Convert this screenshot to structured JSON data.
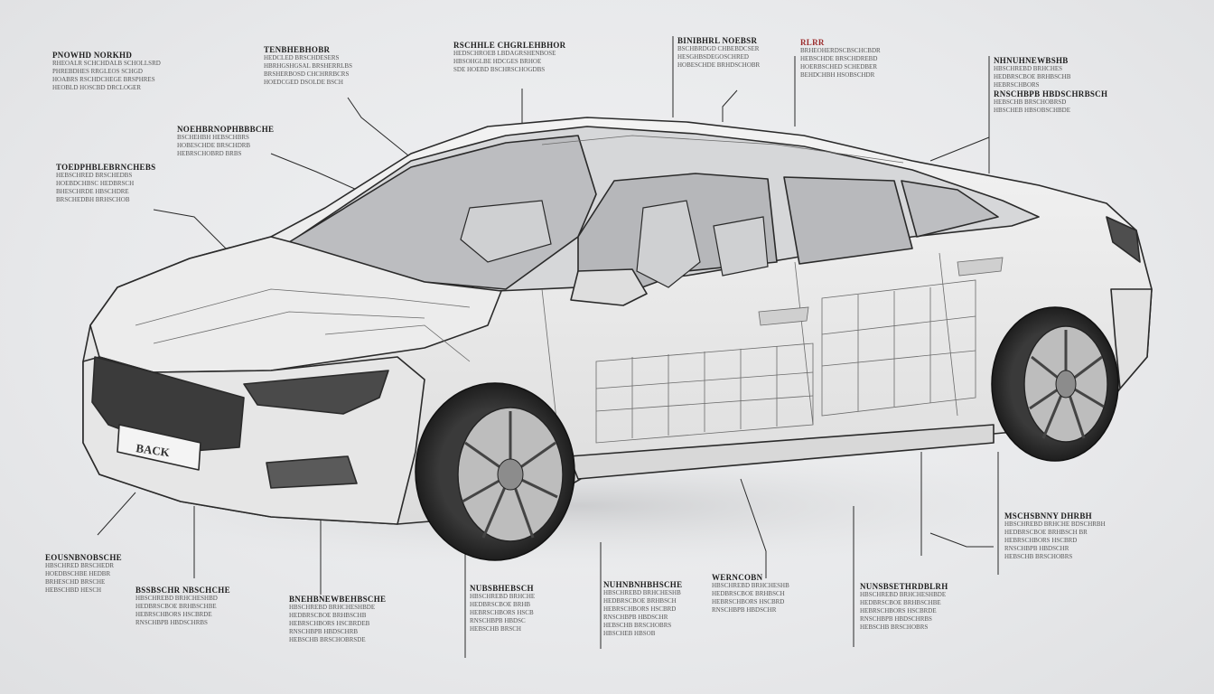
{
  "theme": {
    "background": "#e9eaec",
    "line": "#2a2a2a",
    "accent": "#9b2b2b"
  },
  "diagram": {
    "plate_text": "BACK",
    "callouts": [
      {
        "id": "c1",
        "head": "PNOWHD NORKHD",
        "lines": [
          "RHEOALR SCHCHDALB SCHOLLSRD",
          "PHREBDHES RRGLEOS SCHGD",
          "HOABRS RSCHDCHEGE BRSPHRES",
          "HEOBLD HOSCBD DRCLOGER"
        ]
      },
      {
        "id": "c2",
        "head": "TENBHEBHOBR",
        "lines": [
          "HEDCLED BRSCHDESERS",
          "HBRHGSHGSAL BRSHERRLBS",
          "BRSHERBOSD CHCHRRBCRS",
          "HOEDCGED DSOLDE BSCH"
        ]
      },
      {
        "id": "c3",
        "head": "RSCHHLE CHGRLEHBHOR",
        "lines": [
          "HEDSCHROEB LBDAGRSHENBOSE",
          "HBSOHGLBE HDCGES BRHOE",
          "SDE HOEBD BSCHRSCHOGDBS"
        ]
      },
      {
        "id": "c4",
        "head": "BINIBHRL NOEBSR",
        "lines": [
          "BSCHBRDGD CHBEBDCSER",
          "HESGHBSDEGOSCHRED",
          "HOBESCHDE BRHDSCHOBR"
        ]
      },
      {
        "id": "c5",
        "head": "RLRR",
        "lines": [
          "BRHEOHERDSCBSCHCBDR",
          "HEBSCHDE BRSCHDREBD",
          "HOERBSCHED SCHEDBER",
          "BEHDCHBH HSOBSCHDR"
        ]
      },
      {
        "id": "c6",
        "head": "NHNUHNEWBSHB",
        "lines": [
          "HBSCHREBD BRHCHES",
          "HEDBRSCBOE BRHBSCHB",
          "HEBRSCHBORS",
          "RNSCHBPB HBDSCHRBSCH",
          "HEBSCHB BRSCHOBRSD",
          "HBSCHEB HBSOBSCHBDE"
        ]
      },
      {
        "id": "c7",
        "head": "NOEHBRNOPHBBBCHE",
        "lines": [
          "BSCHEHBH HEBSCHBRS",
          "HOBESCHDE BRSCHDRB",
          "HEBRSCHOBRD BRBS"
        ]
      },
      {
        "id": "c8",
        "head": "TOEDPHBLEBRNCHEBS",
        "lines": [
          "HEBSCHRED BRSCHEDBS",
          "HOEBDCHBSC HEDBRSCH",
          "BHESCHRDE HBSCHDRE",
          "BRSCHEDBH BRHSCHOB"
        ]
      },
      {
        "id": "c9",
        "head": "EOUSNBNOBSCHE",
        "lines": [
          "HBSCHRED BRSCHEDR",
          "HOEDBSCHBE HEDBR",
          "BRHESCHD BRSCHE",
          "HEBSCHBD HESCH"
        ]
      },
      {
        "id": "c10",
        "head": "BSSBSCHR NBSCHCHE",
        "lines": [
          "HBSCHREBD BRHCHESHBD",
          "HEDBRSCBOE BRHBSCHBE",
          "HEBRSCHBORS HSCBRDE",
          "RNSCHBPB HBDSCHRBS"
        ]
      },
      {
        "id": "c11",
        "head": "BNEHBNEWBEHBSCHE",
        "lines": [
          "HBSCHREBD BRHCHESHBDE",
          "HEDBRSCBOE BRHBSCHB",
          "HEBRSCHBORS HSCBRDEB",
          "RNSCHBPB HBDSCHRB",
          "HEBSCHB BRSCHOBRSDE"
        ]
      },
      {
        "id": "c12",
        "head": "NUBSBHEBSCH",
        "lines": [
          "HBSCHREBD BRHCHE",
          "HEDBRSCBOE BRHB",
          "HEBRSCHBORS HSCB",
          "RNSCHBPB HBDSC",
          "HEBSCHB BRSCH"
        ]
      },
      {
        "id": "c13",
        "head": "NUHNBNHBHSCHE",
        "lines": [
          "HBSCHREBD BRHCHESHB",
          "HEDBRSCBOE BRHBSCH",
          "HEBRSCHBORS HSCBRD",
          "RNSCHBPB HBDSCHR",
          "HEBSCHB BRSCHOBRS",
          "HBSCHEB HBSOB"
        ]
      },
      {
        "id": "c14",
        "head": "WERNCOBN",
        "lines": [
          "HBSCHREBD BRHCHESHB",
          "HEDBRSCBOE BRHBSCH",
          "HEBRSCHBORS HSCBRD",
          "RNSCHBPB HBDSCHR"
        ]
      },
      {
        "id": "c15",
        "head": "NUNSBSETHRDBLRH",
        "lines": [
          "HBSCHREBD BRHCHESHBDE",
          "HEDBRSCBOE BRHBSCHBE",
          "HEBRSCHBORS HSCBRDE",
          "RNSCHBPB HBDSCHRBS",
          "HEBSCHB BRSCHOBRS"
        ]
      },
      {
        "id": "c16",
        "head": "MSCHSBNNY DHRBH",
        "lines": [
          "HBSCHREBD BRHCHE BDSCHRBH",
          "HEDBRSCBOE BRHBSCH BR",
          "HEBRSCHBORS HSCBRD",
          "RNSCHBPB HBDSCHR",
          "HEBSCHB BRSCHOBRS"
        ]
      }
    ]
  }
}
